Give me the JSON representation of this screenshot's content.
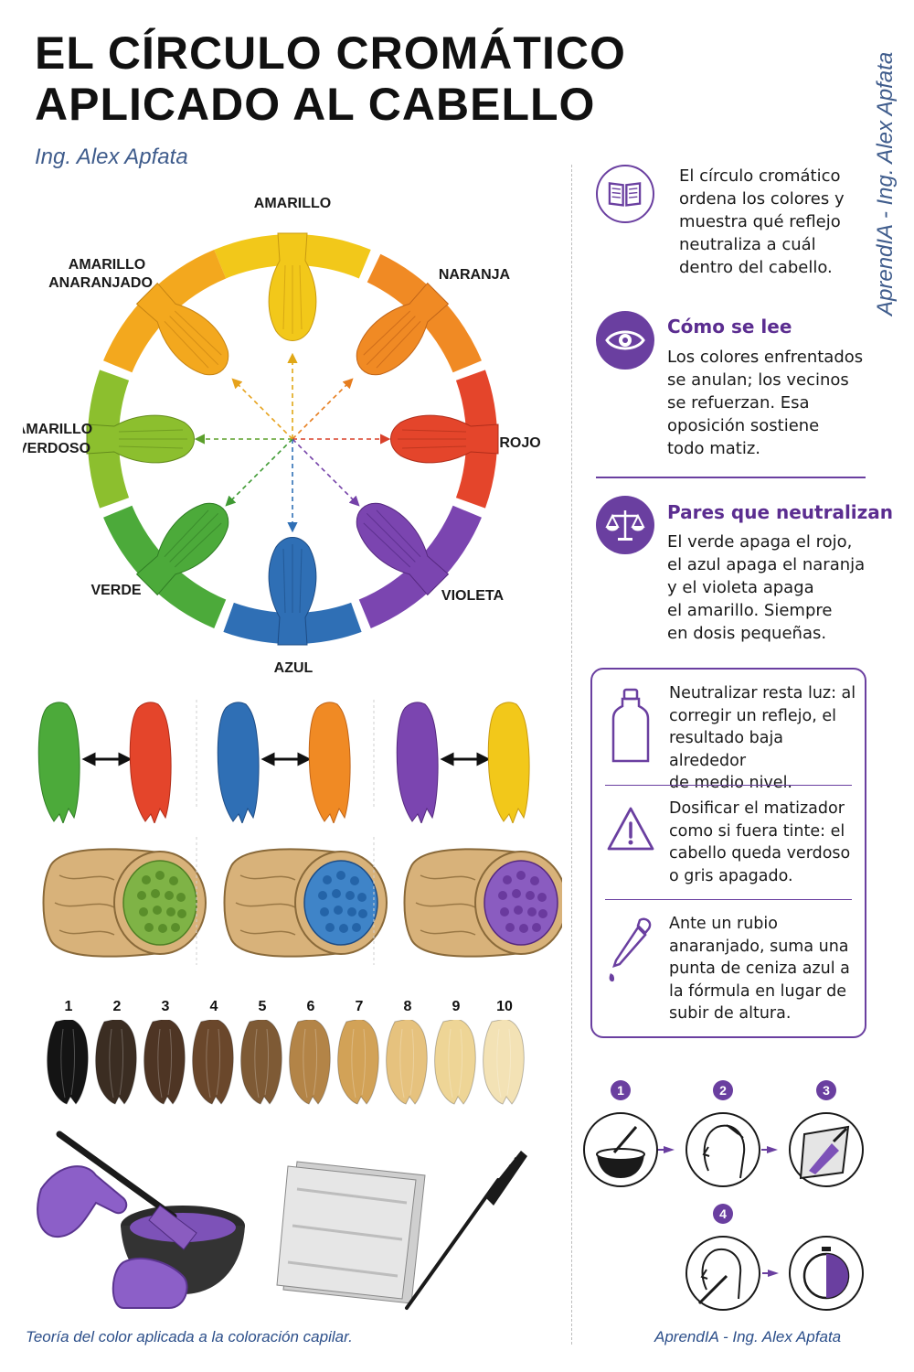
{
  "title_line1": "EL CÍRCULO CROMÁTICO",
  "title_line2": "APLICADO AL CABELLO",
  "author": "Ing. Alex Apfata",
  "side_brand": "AprendIA - Ing. Alex Apfata",
  "wheel": {
    "labels": {
      "amarillo": "AMARILLO",
      "amarillo_anaranjado_1": "AMARILLO",
      "amarillo_anaranjado_2": "ANARANJADO",
      "naranja": "NARANJA",
      "amarillo_verdoso_1": "AMARILLO",
      "amarillo_verdoso_2": "VERDOSO",
      "rojo": "ROJO",
      "verde": "VERDE",
      "violeta": "VIOLETA",
      "azul": "AZUL"
    },
    "colors": {
      "amarillo": "#f2c81a",
      "naranja": "#f08a24",
      "rojo": "#e4452b",
      "violeta": "#7b45b0",
      "azul": "#2f6fb5",
      "verde": "#4caa3a",
      "amarillo_verdoso": "#8cbf2e",
      "amarillo_anaranjado": "#f3a81e"
    }
  },
  "intro": {
    "text_lines": [
      "El círculo cromático",
      "ordena los colores y",
      "muestra qué reflejo",
      "neutraliza a cuál",
      "dentro del cabello."
    ]
  },
  "como_se_lee": {
    "title": "Cómo se lee",
    "text_lines": [
      "Los colores enfrentados",
      "se anulan; los vecinos",
      "se refuerzan. Esa",
      "oposición sostiene",
      "todo matiz."
    ]
  },
  "pares": {
    "title": "Pares que neutralizan",
    "text_lines": [
      "El verde apaga el rojo,",
      "el azul apaga el naranja",
      "y el violeta apaga",
      "el amarillo. Siempre",
      "en dosis pequeñas."
    ]
  },
  "tips": [
    {
      "text_lines": [
        "Neutralizar resta luz: al",
        "corregir un reflejo, el",
        "resultado baja alrededor",
        "de medio nivel."
      ]
    },
    {
      "text_lines": [
        "Dosificar el matizador",
        "como si fuera tinte: el",
        "cabello queda verdoso",
        "o gris apagado."
      ]
    },
    {
      "text_lines": [
        "Ante un rubio",
        "anaranjado, suma una",
        "punta de ceniza azul a",
        "la fórmula en lugar de",
        "subir de altura."
      ]
    }
  ],
  "levels": [
    "1",
    "2",
    "3",
    "4",
    "5",
    "6",
    "7",
    "8",
    "9",
    "10"
  ],
  "level_colors": [
    "#141414",
    "#3b2d22",
    "#4e3524",
    "#6a472b",
    "#7e5a35",
    "#b38447",
    "#d2a257",
    "#e6c27e",
    "#eed596",
    "#f3e2b5"
  ],
  "steps": [
    "1",
    "2",
    "3",
    "4"
  ],
  "accent_purple": "#6a3fa0",
  "footer_left": "Teoría del color aplicada a la coloración capilar.",
  "footer_right": "AprendIA - Ing. Alex Apfata"
}
